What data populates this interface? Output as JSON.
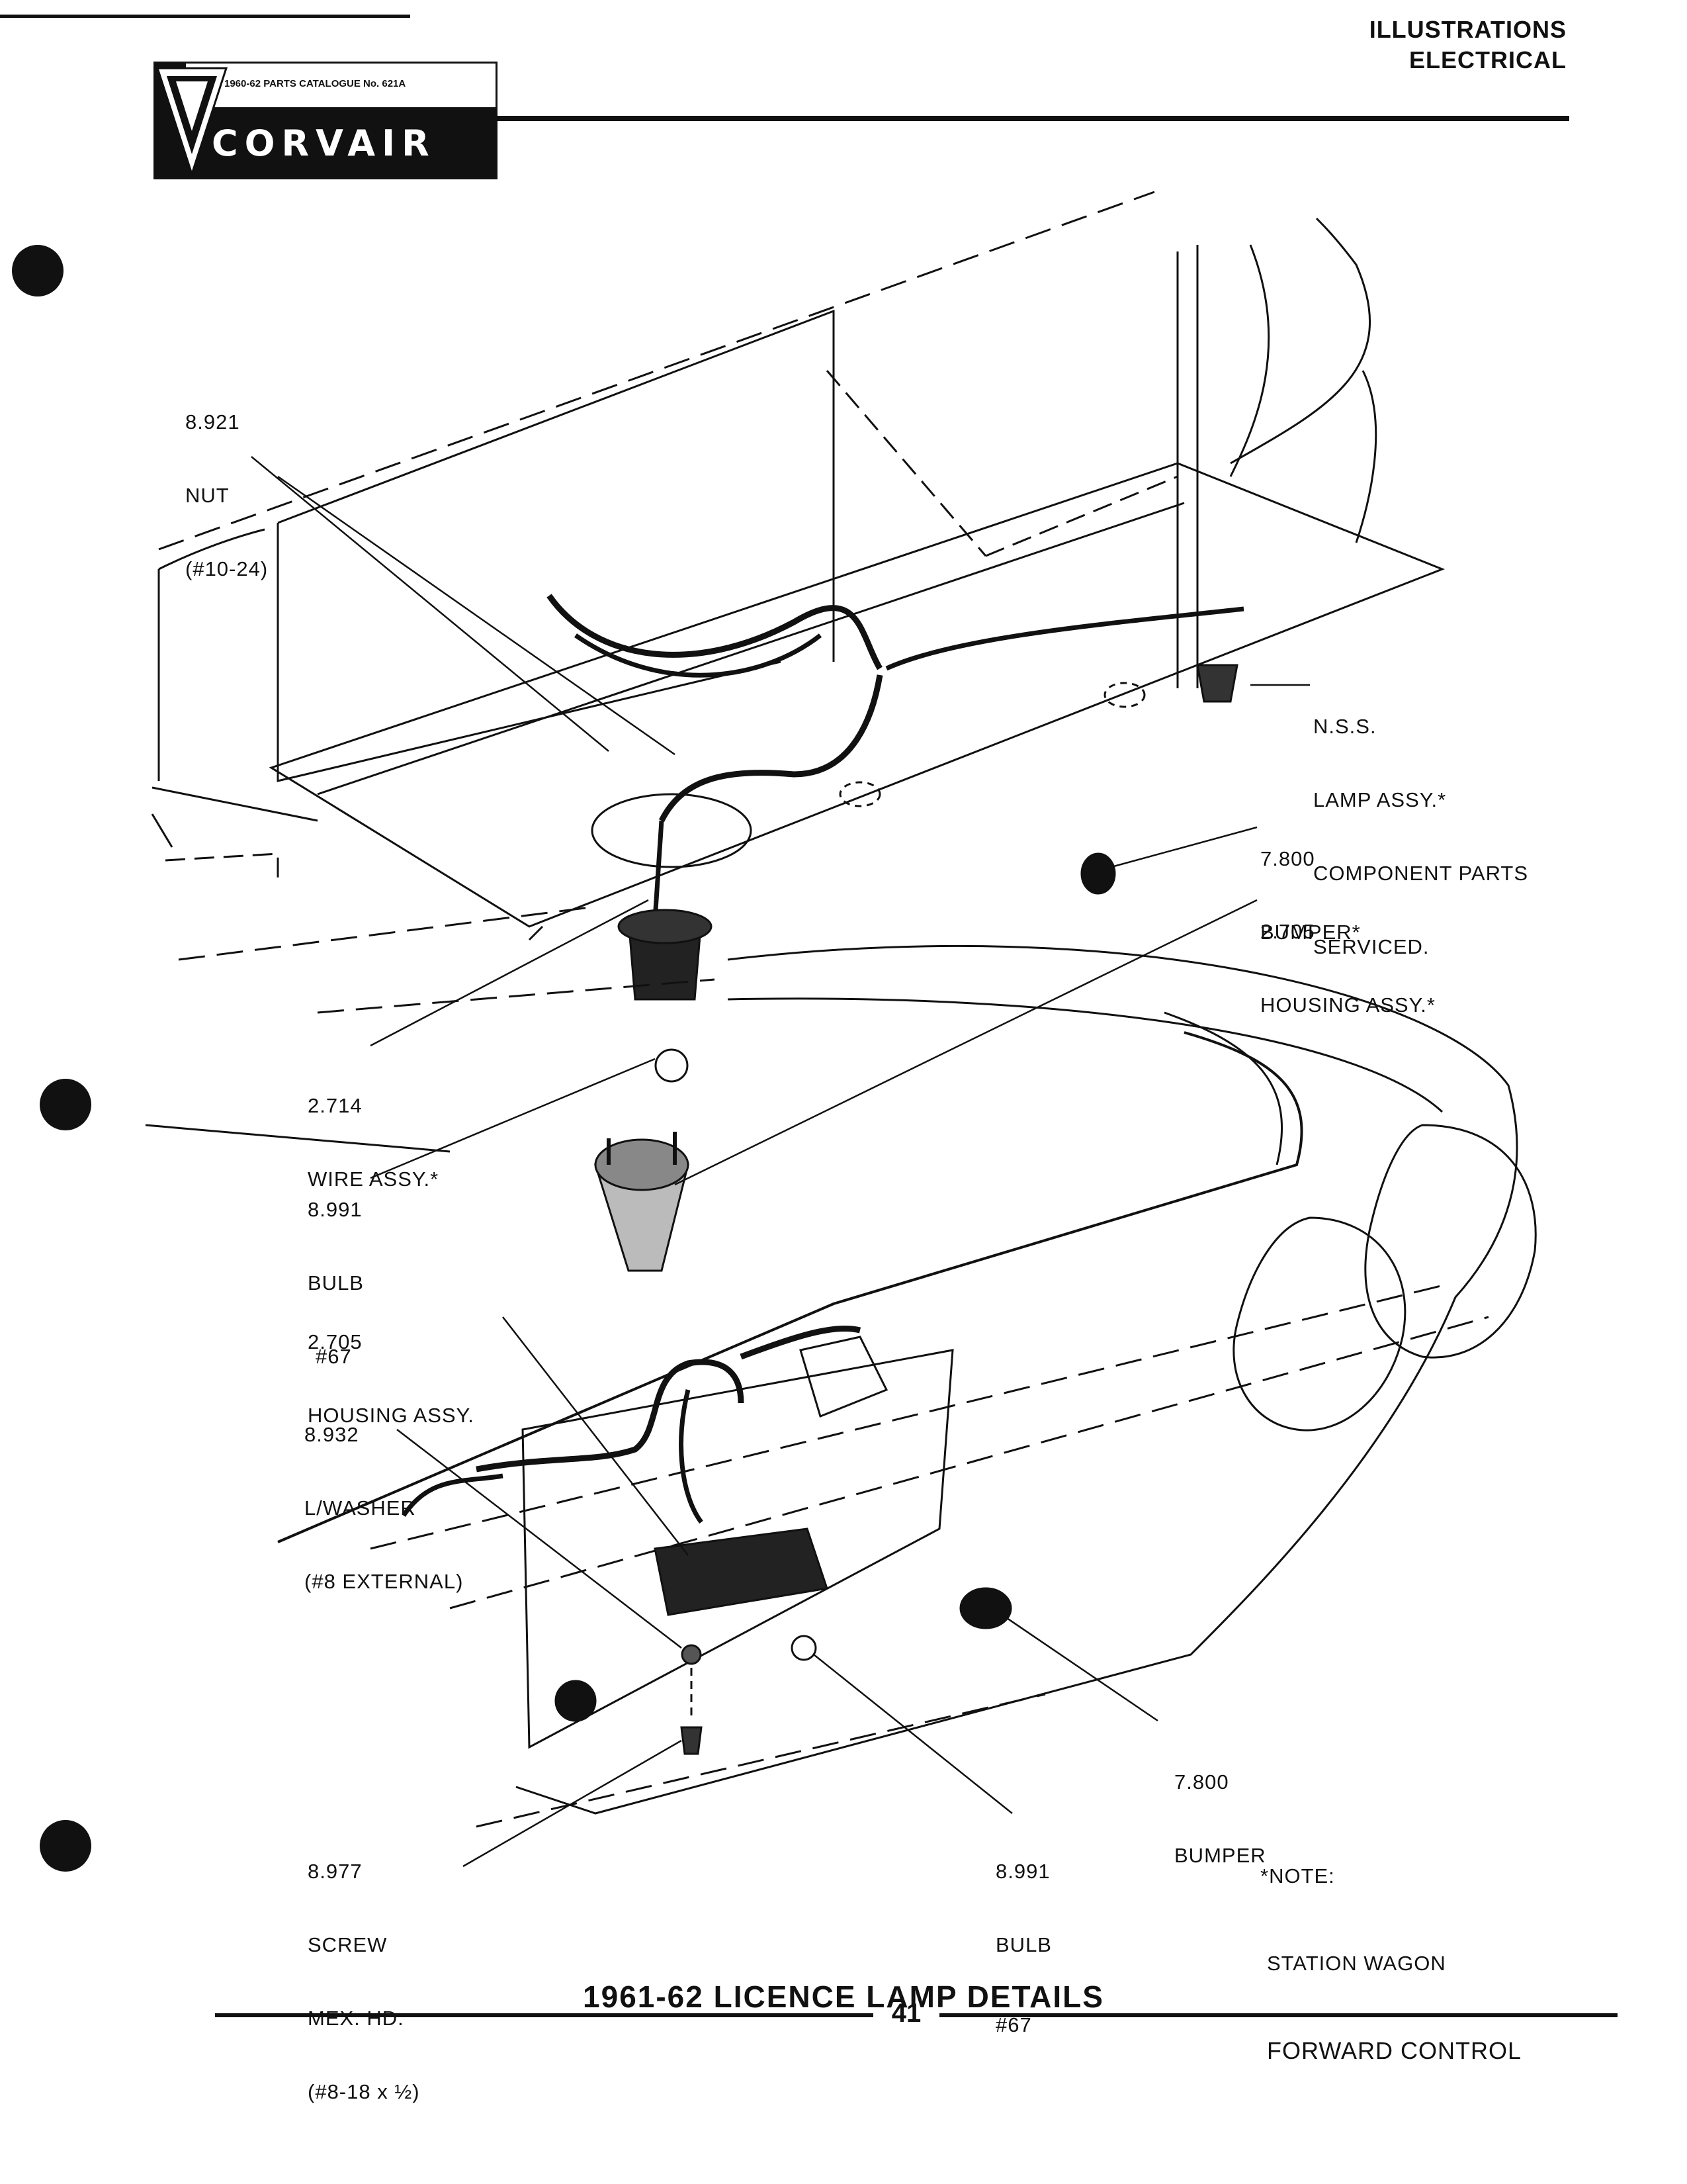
{
  "header": {
    "section_line1": "ILLUSTRATIONS",
    "section_line2": "ELECTRICAL",
    "catalog": "1960-62 PARTS CATALOGUE No. 621A",
    "brand": "CORVAIR"
  },
  "callouts": [
    {
      "number": "8.921",
      "name": "NUT",
      "spec": "(#10-24)"
    },
    {
      "number": "N.S.S.",
      "name": "LAMP ASSY.*",
      "extra1": "COMPONENT PARTS",
      "extra2": "SERVICED."
    },
    {
      "number": "7.800",
      "name": "BUMPER*"
    },
    {
      "number": "2.705",
      "name": "HOUSING ASSY.*"
    },
    {
      "number": "2.714",
      "name": "WIRE ASSY.*"
    },
    {
      "number": "8.991",
      "name": "BULB",
      "spec": "#67"
    },
    {
      "number": "2.705",
      "name": "HOUSING ASSY."
    },
    {
      "number": "8.932",
      "name": "L/WASHER",
      "spec": "(#8 EXTERNAL)"
    },
    {
      "number": "7.800",
      "name": "BUMPER"
    },
    {
      "number": "8.977",
      "name": "SCREW",
      "extra1": "MEX. HD.",
      "spec": "(#8-18 x ½)"
    },
    {
      "number": "8.991",
      "name": "BULB",
      "spec": "#67"
    }
  ],
  "note": {
    "line1": "*NOTE:",
    "line2": "STATION WAGON",
    "line3": "FORWARD CONTROL"
  },
  "figure_title": "1961-62 LICENCE LAMP DETAILS",
  "page_number": "41"
}
